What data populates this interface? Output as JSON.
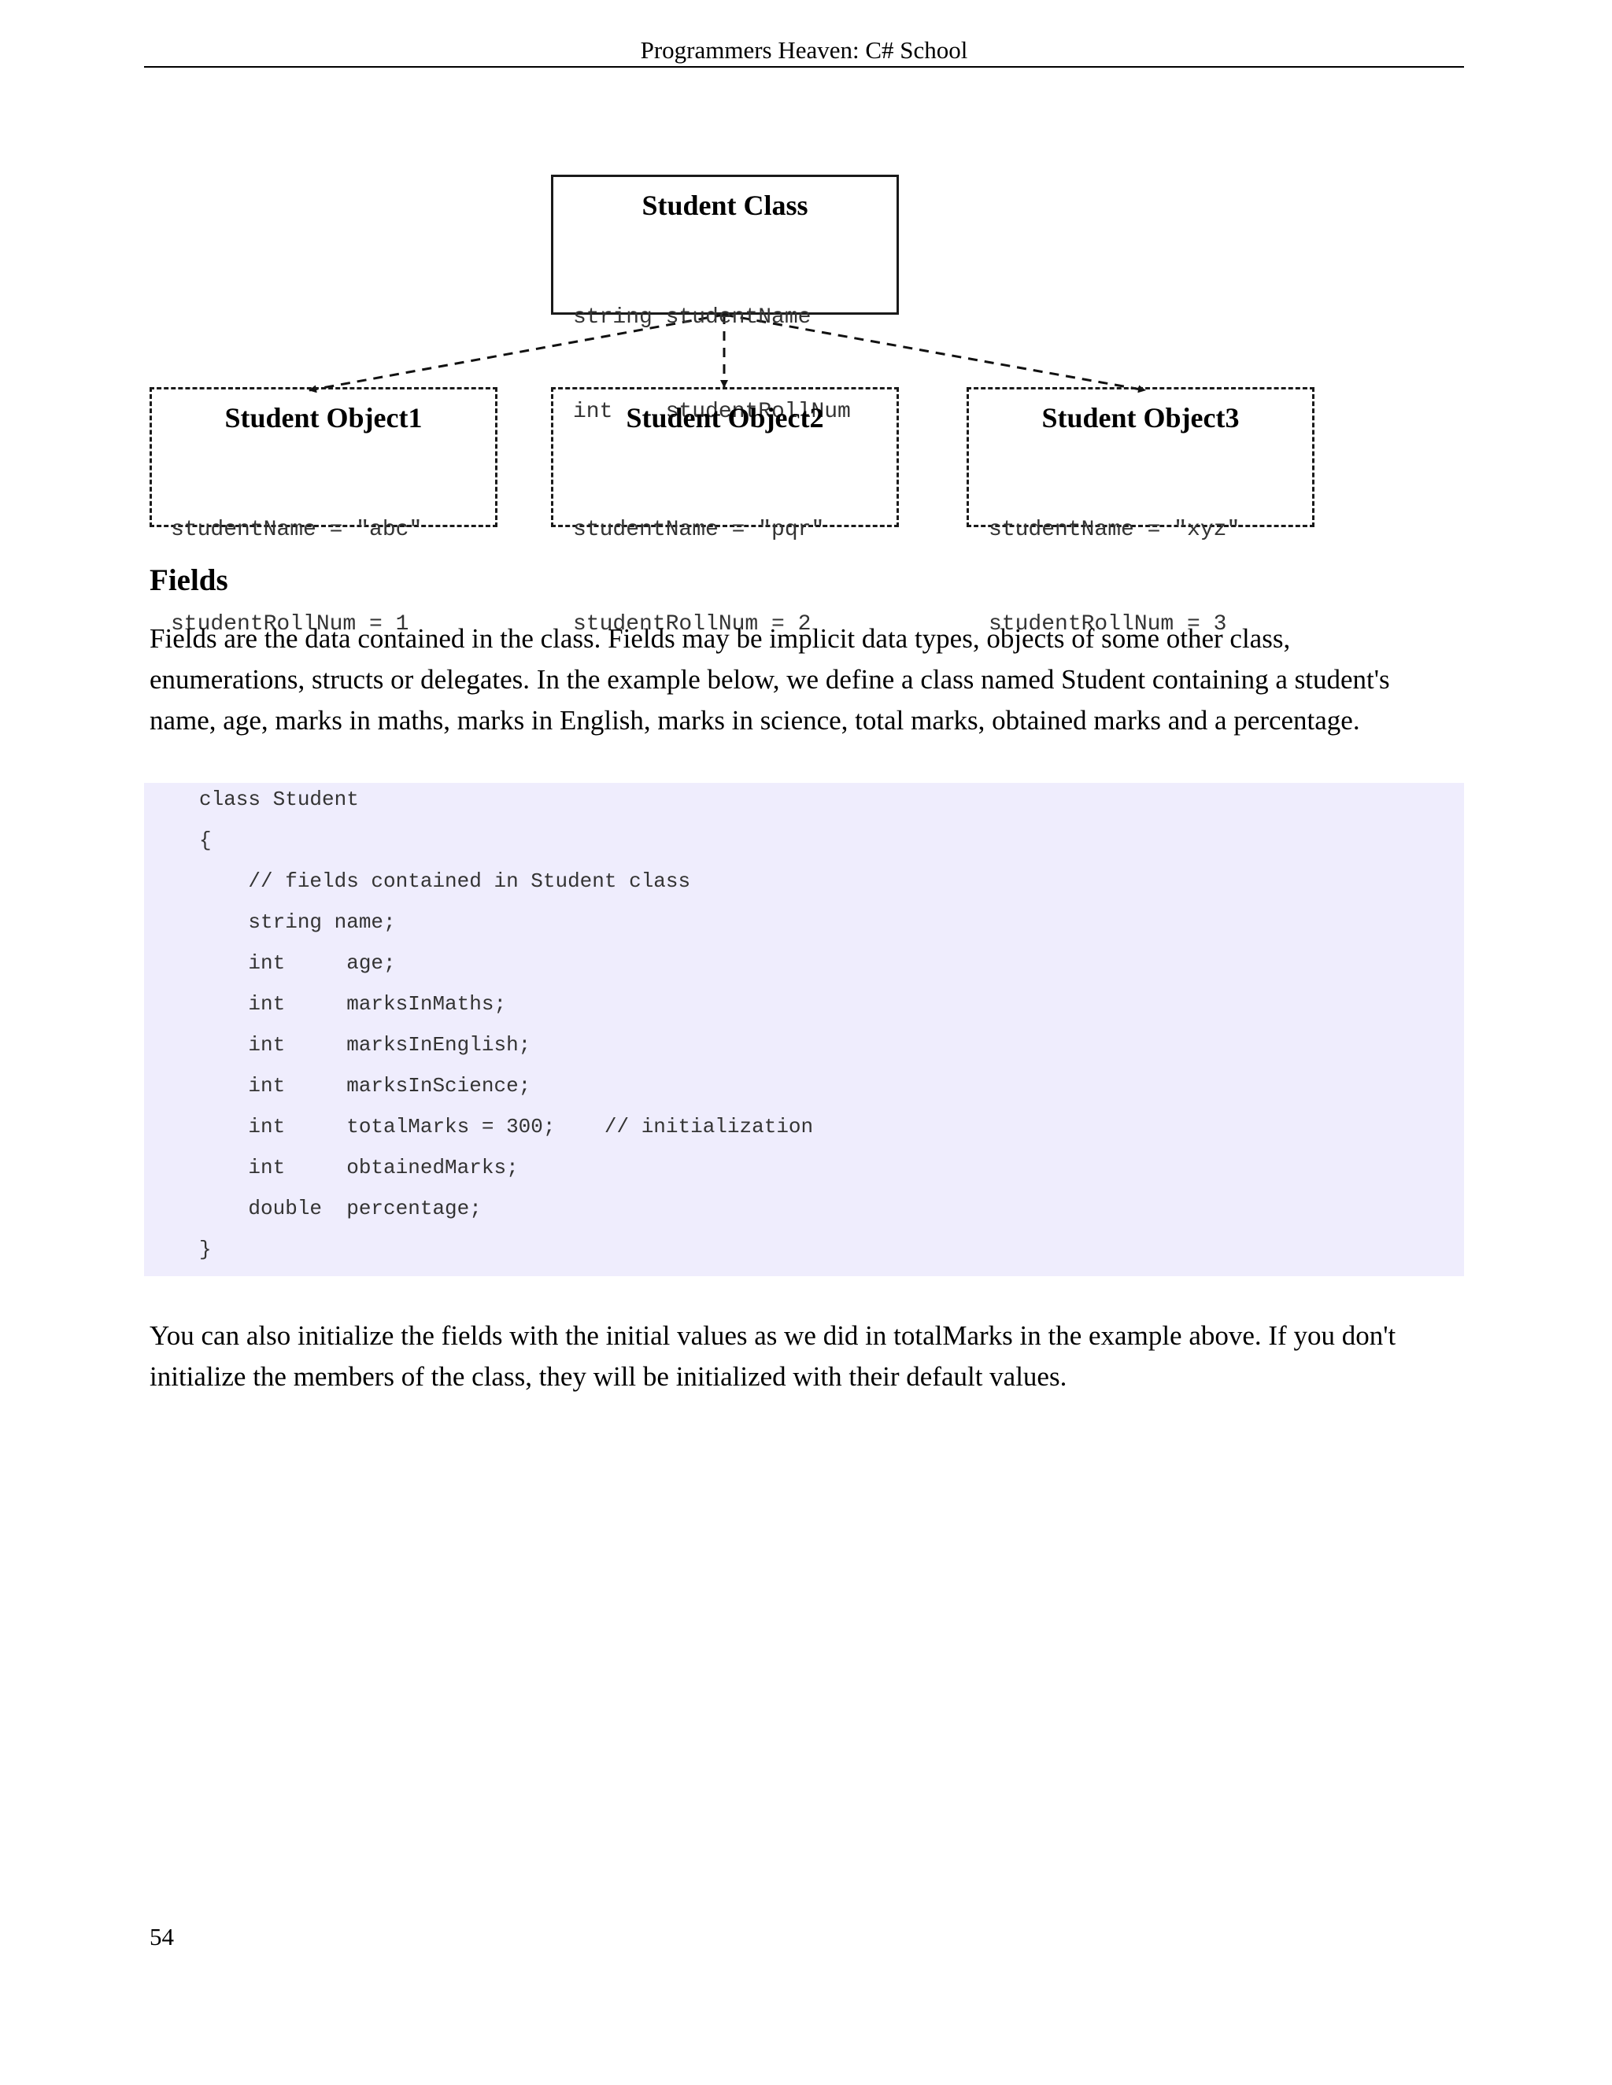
{
  "header": {
    "title": "Programmers Heaven: C# School"
  },
  "diagram": {
    "class_box": {
      "title": "Student Class",
      "lines": [
        "string studentName",
        "int    studentRollNum"
      ]
    },
    "objects": [
      {
        "title": "Student Object1",
        "lines": [
          "studentName = \"abc\"",
          "studentRollNum = 1"
        ]
      },
      {
        "title": "Student Object2",
        "lines": [
          "studentName = \"pqr\"",
          "studentRollNum = 2"
        ]
      },
      {
        "title": "Student Object3",
        "lines": [
          "studentName = \"xyz\"",
          "studentRollNum = 3"
        ]
      }
    ]
  },
  "section": {
    "heading": "Fields",
    "intro_lines": [
      "Fields are the data contained in the class. Fields may be implicit data types, objects of some other class,",
      "enumerations, structs or delegates. In the example below, we define a class named Student containing a student's",
      "name, age, marks in maths, marks in English, marks in science, total marks, obtained marks and a percentage."
    ],
    "code_lines": [
      "class Student",
      "{",
      "    // fields contained in Student class",
      "    string name;",
      "    int     age;",
      "    int     marksInMaths;",
      "    int     marksInEnglish;",
      "    int     marksInScience;",
      "    int     totalMarks = 300;    // initialization",
      "    int     obtainedMarks;",
      "    double  percentage;",
      "}"
    ],
    "outro_lines": [
      "You can also initialize the fields with the initial values as we did in totalMarks in the example above. If you don't",
      "initialize the members of the class, they will be initialized with their default values."
    ]
  },
  "footer": {
    "page_number": "54"
  }
}
